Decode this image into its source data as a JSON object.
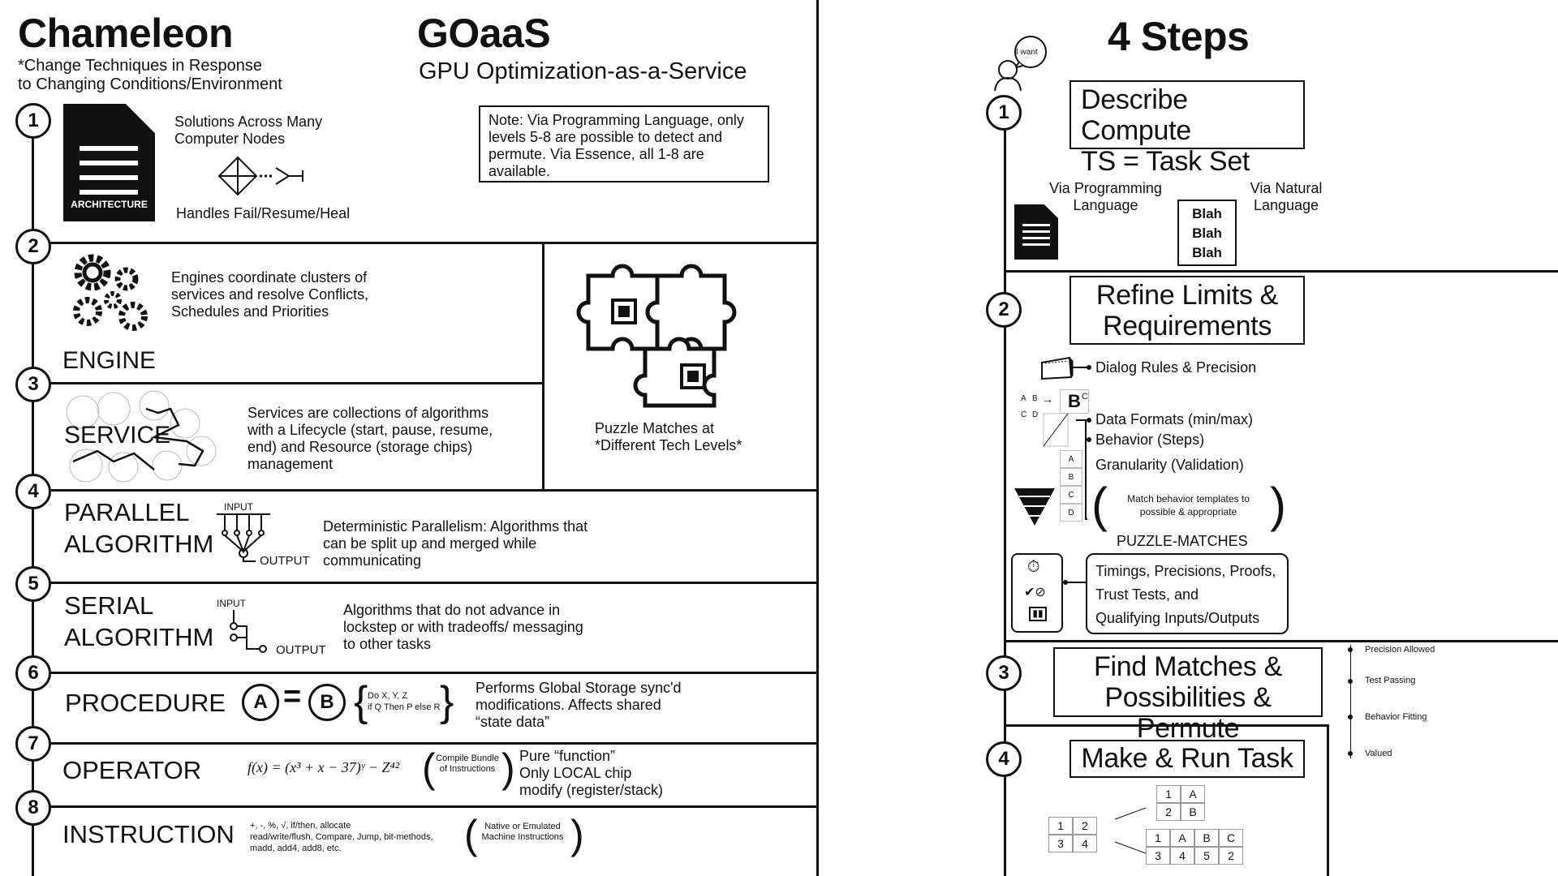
{
  "left": {
    "title": "Chameleon",
    "subtitle_1": "*Change Techniques in Response",
    "subtitle_2": "to Changing Conditions/Environment"
  },
  "goaas": {
    "title": "GOaaS",
    "subtitle": "GPU Optimization-as-a-Service",
    "note": "Note: Via Programming Language, only levels 5-8 are possible to detect and permute. Via Essence, all 1-8 are available."
  },
  "levels": [
    {
      "num": "1",
      "label": "ARCHITECTURE",
      "desc_1": "Solutions Across Many",
      "desc_2": "Computer Nodes",
      "desc_3": "Handles Fail/Resume/Heal"
    },
    {
      "num": "2",
      "label": "ENGINE",
      "desc": "Engines coordinate clusters of services and resolve Conflicts, Schedules and Priorities"
    },
    {
      "num": "3",
      "label": "SERVICE",
      "desc": "Services are collections of algorithms with a Lifecycle (start, pause, resume, end) and Resource (storage chips) management"
    },
    {
      "num": "4",
      "label_1": "PARALLEL",
      "label_2": "ALGORITHM",
      "input": "INPUT",
      "output": "OUTPUT",
      "desc": "Deterministic Parallelism: Algorithms that can be split up and merged while communicating"
    },
    {
      "num": "5",
      "label_1": "SERIAL",
      "label_2": "ALGORITHM",
      "input": "INPUT",
      "output": "OUTPUT",
      "desc": "Algorithms that do not advance in lockstep or with tradeoffs/ messaging to other tasks"
    },
    {
      "num": "6",
      "label": "PROCEDURE",
      "a": "A",
      "eq": "=",
      "b": "B",
      "brace_1": "Do X, Y, Z",
      "brace_2": "if Q Then P else R",
      "desc": "Performs Global Storage sync'd modifications. Affects shared “state data”"
    },
    {
      "num": "7",
      "label": "OPERATOR",
      "formula": "f(x) = (x³ + x − 37)ʸ − Z⁴²",
      "paren": "Compile Bundle of Instructions",
      "desc_1": "Pure “function”",
      "desc_2": "Only LOCAL chip",
      "desc_3": "modify (register/stack)"
    },
    {
      "num": "8",
      "label": "INSTRUCTION",
      "ops_1": "+, -, %, √, if/then, allocate",
      "ops_2": "read/write/flush, Compare, Jump, bit-methods,",
      "ops_3": "madd, add4, add8, etc.",
      "paren": "Native or Emulated Machine Instructions"
    }
  ],
  "puzzle": {
    "caption_1": "Puzzle Matches at",
    "caption_2": "*Different Tech Levels*"
  },
  "right": {
    "title": "4 Steps",
    "bubble": "I want",
    "steps": [
      {
        "num": "1",
        "title_1": "Describe Compute",
        "title_2": "TS = Task Set"
      },
      {
        "num": "2",
        "title_1": "Refine Limits &",
        "title_2": "Requirements"
      },
      {
        "num": "3",
        "title_1": "Find Matches &",
        "title_2": "Possibilities & Permute"
      },
      {
        "num": "4",
        "title_1": "Make & Run Task"
      }
    ],
    "via_prog_1": "Via Programming",
    "via_prog_2": "Language",
    "via_nat_1": "Via Natural",
    "via_nat_2": "Language",
    "blah": [
      "Blah",
      "Blah",
      "Blah"
    ],
    "dialog": "Dialog Rules & Precision",
    "data_formats": "Data Formats (min/max)",
    "behavior": "Behavior (Steps)",
    "granularity": "Granularity (Validation)",
    "match_templates_1": "Match behavior templates to",
    "match_templates_2": "possible & appropriate",
    "puzzle_matches": "PUZZLE-MATCHES",
    "timings_1": "Timings, Precisions, Proofs,",
    "timings_2": "Trust Tests, and",
    "timings_3": "Qualifying Inputs/Outputs",
    "list": [
      "Precision Allowed",
      "Test Passing",
      "Behavior Fitting",
      "Valued"
    ],
    "grid_letters": [
      "A",
      "B",
      "C",
      "D"
    ],
    "big_b": "B",
    "tables": {
      "t1": [
        "1",
        "2",
        "3",
        "4"
      ],
      "t2": [
        "1",
        "A",
        "2",
        "B"
      ],
      "t3": [
        "1",
        "A",
        "B",
        "C",
        "3",
        "4",
        "5",
        "2"
      ]
    }
  }
}
